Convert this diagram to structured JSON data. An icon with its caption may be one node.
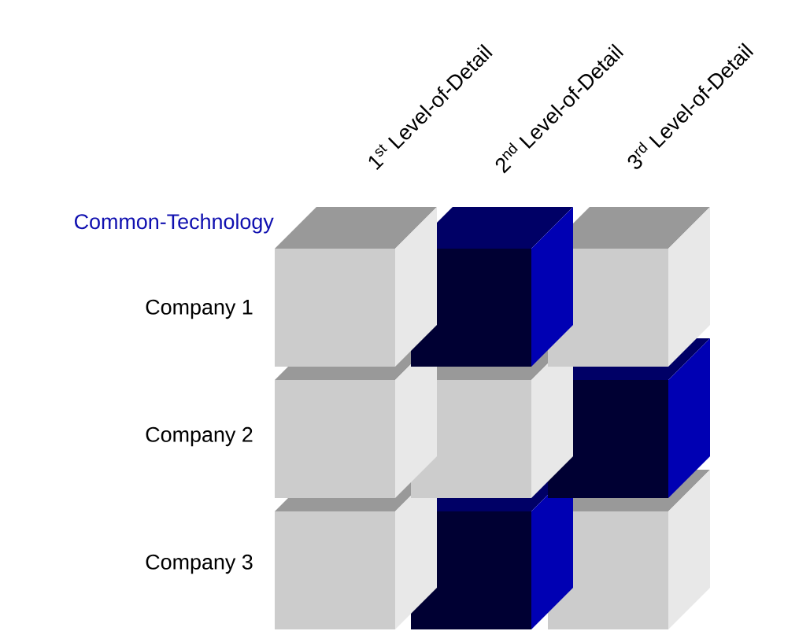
{
  "diagram": {
    "labels": [
      "1$^{st}$ Level-of-Detail",
      "2$^{nd}$ Level-of-Detail",
      "3$^{rd}$ Level-of-Detail",
      "Common-Technology",
      "Company 1",
      "Company 2",
      "Company 3"
    ]
  }
}
